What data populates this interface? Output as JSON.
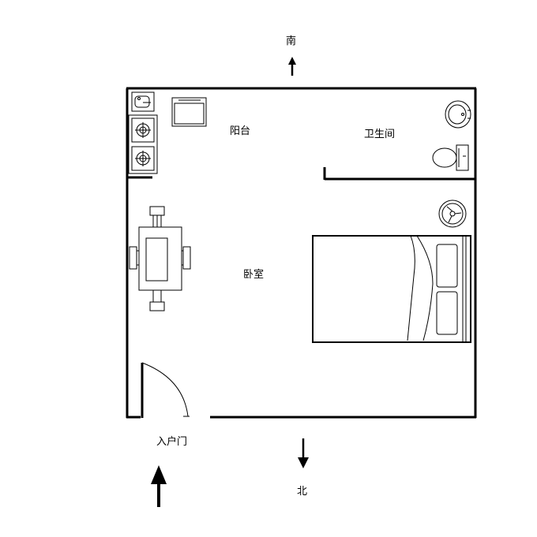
{
  "compass": {
    "south": "南",
    "north": "北"
  },
  "rooms": {
    "balcony": "阳台",
    "bathroom": "卫生间",
    "bedroom": "卧室"
  },
  "entrance": {
    "label": "入户门"
  },
  "colors": {
    "line": "#000000",
    "background": "#ffffff"
  }
}
